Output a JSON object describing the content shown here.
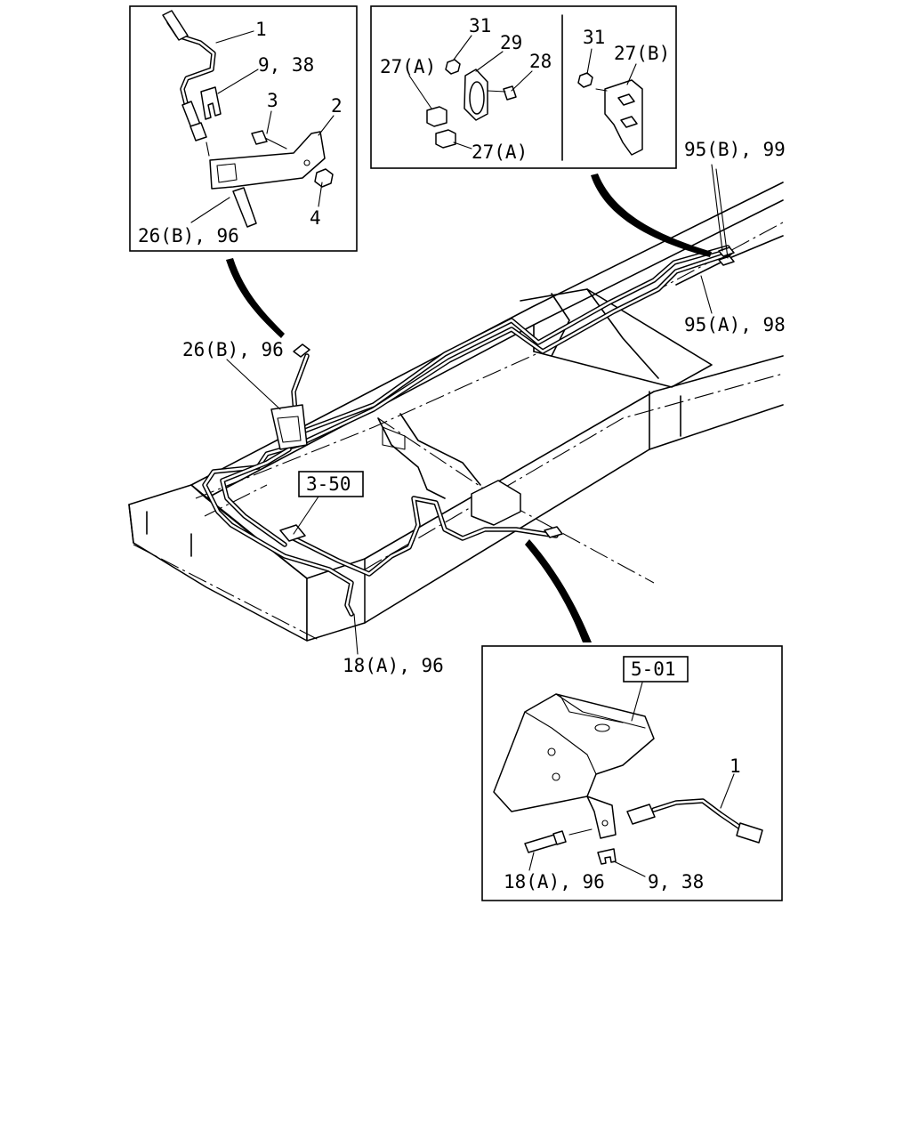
{
  "callouts": {
    "tl_1": "1",
    "tl_938": "9, 38",
    "tl_3": "3",
    "tl_2": "2",
    "tl_4": "4",
    "tl_26b96": "26(B), 96",
    "tm_31a": "31",
    "tm_29": "29",
    "tm_28": "28",
    "tm_27a_top": "27(A)",
    "tm_27a_bottom": "27(A)",
    "tm_31b": "31",
    "tm_27b": "27(B)",
    "m_95b99": "95(B), 99",
    "m_95a98": "95(A), 98",
    "m_26b96": "26(B), 96",
    "m_ref350": "3-50",
    "m_18a96": "18(A), 96",
    "br_ref501": "5-01",
    "br_1": "1",
    "br_18a96": "18(A), 96",
    "br_938": "9, 38"
  }
}
